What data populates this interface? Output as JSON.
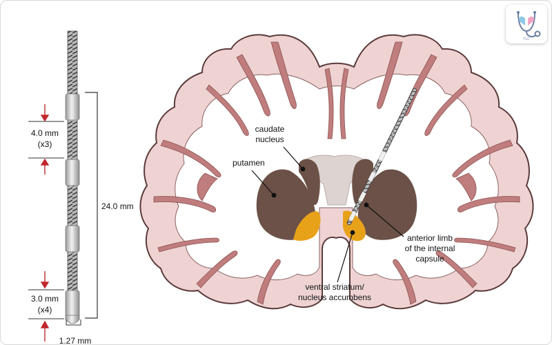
{
  "electrode": {
    "contact_spacing_label": "4.0 mm",
    "contact_spacing_count": "(x3)",
    "array_length_label": "24.0 mm",
    "contact_length_label": "3.0 mm",
    "contact_length_count": "(x4)",
    "diameter_label": "1.27 mm"
  },
  "brain": {
    "caudate_label_line1": "caudate",
    "caudate_label_line2": "nucleus",
    "putamen_label": "putamen",
    "capsule_label_line1": "anterior limb",
    "capsule_label_line2": "of the internal",
    "capsule_label_line3": "capsule",
    "striatum_label_line1": "ventral striatum/",
    "striatum_label_line2": "nucleus accumbens"
  },
  "logo": {
    "text": "TLC"
  },
  "colors": {
    "cortex": "#efd3d3",
    "cortex_outline": "#5a3a3a",
    "sulcus": "#c07d7d",
    "white_matter": "#ffffff",
    "nucleus": "#6b5147",
    "accumbens": "#e8a21a",
    "ventricle": "#ddd3d0",
    "arrow": "#c0282c"
  }
}
